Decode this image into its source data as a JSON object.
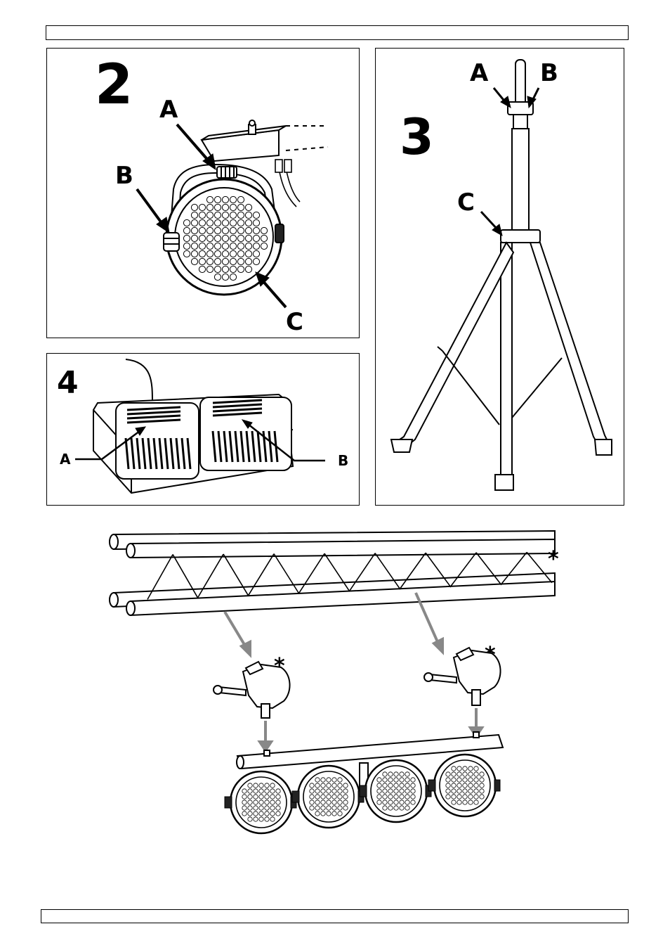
{
  "header": {
    "text": ""
  },
  "footer": {
    "text": ""
  },
  "figure_2": {
    "number": "2",
    "labels": {
      "a": "A",
      "b": "B",
      "c": "C"
    }
  },
  "figure_3": {
    "number": "3",
    "labels": {
      "a": "A",
      "b": "B",
      "c": "C"
    }
  },
  "figure_4": {
    "number": "4",
    "labels": {
      "a": "A",
      "b": "B"
    }
  },
  "figure_truss": {
    "markers": [
      "*",
      "*",
      "*"
    ]
  }
}
